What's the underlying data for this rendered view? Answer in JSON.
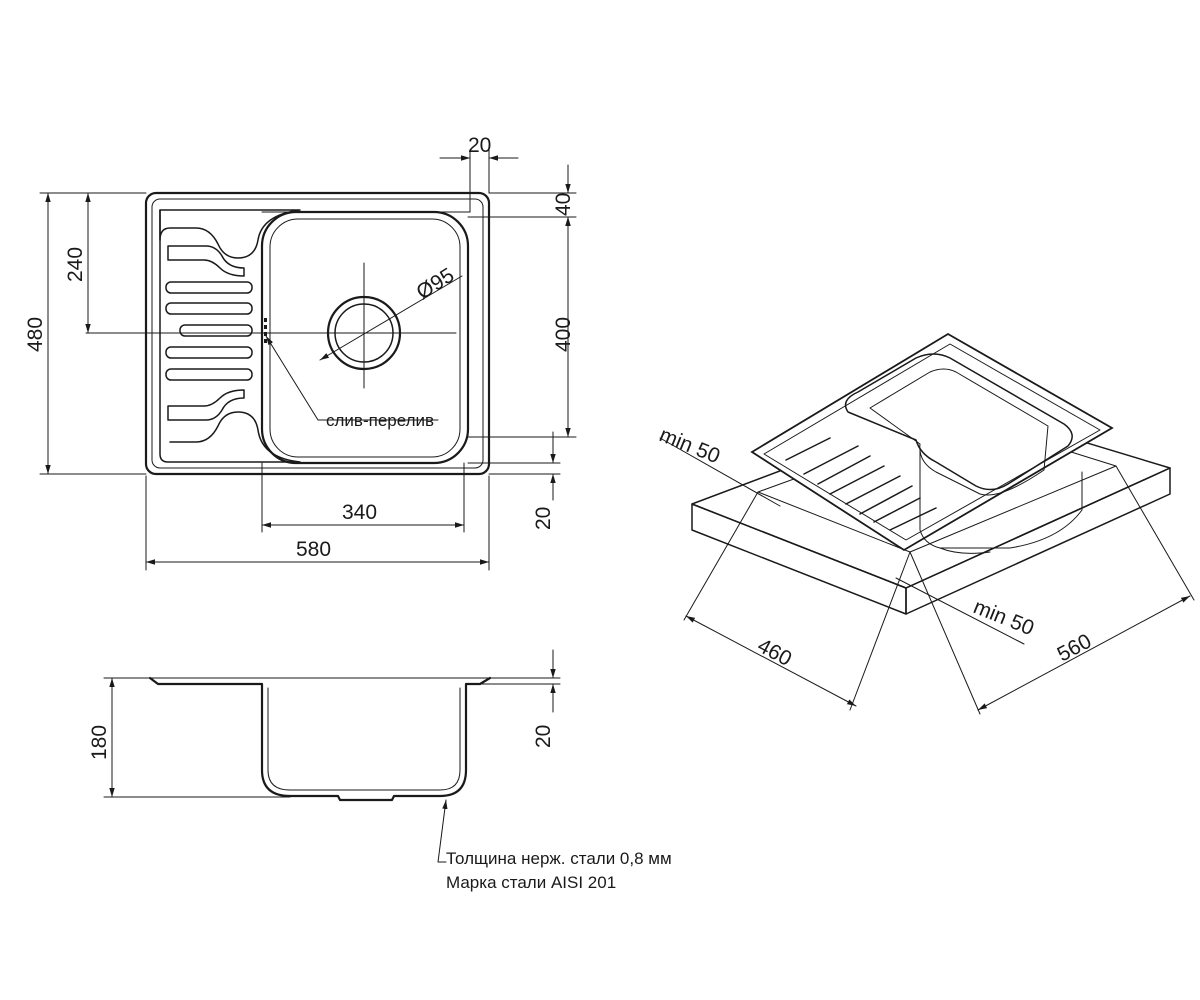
{
  "top_view": {
    "dim_width_total": "580",
    "dim_bowl_width": "340",
    "dim_height_total": "480",
    "dim_center_offset": "240",
    "dim_bowl_height": "400",
    "dim_top_margin": "40",
    "dim_bottom_margin": "20",
    "dim_side_margin": "20",
    "drain_diameter": "Ø95",
    "overflow_label": "слив-перелив"
  },
  "section_view": {
    "dim_depth": "180",
    "dim_flange": "20",
    "note_line1": "Толщина нерж. стали 0,8 мм",
    "note_line2": "Марка стали AISI 201"
  },
  "install_view": {
    "dim_min_left": "min 50",
    "dim_min_right": "min 50",
    "dim_cutout_depth": "460",
    "dim_cutout_width": "560"
  }
}
